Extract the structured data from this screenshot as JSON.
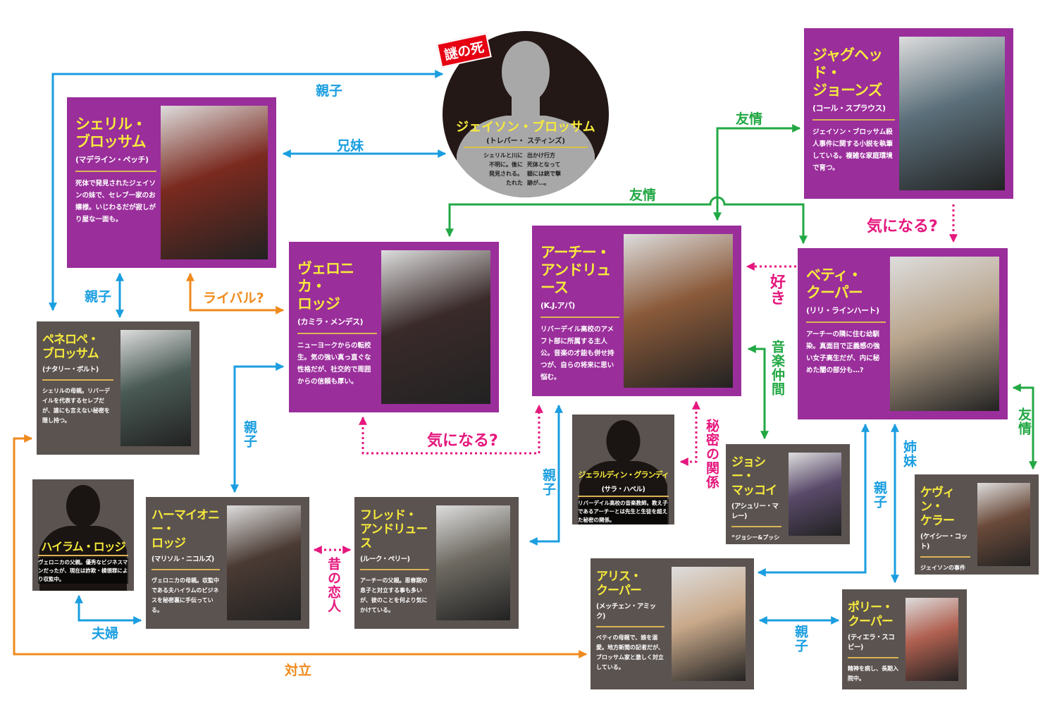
{
  "badge": "謎の死",
  "colors": {
    "purple": "#9a2e9b",
    "gray": "#5b5350",
    "blue": "#1a9ee0",
    "green": "#22a844",
    "orange": "#f08a1c",
    "magenta": "#e5177e",
    "name_yellow": "#f7ea3c"
  },
  "jason": {
    "name": "ジェイソン・ブロッサム",
    "actor": "(トレバー・ スティンズ)",
    "desc_left": [
      "シェリルと川に",
      "不明に。後に",
      "発見される。",
      "たれた"
    ],
    "desc_right": [
      "出かけ行方",
      "死体となって",
      "額には銃で撃",
      "跡が…。"
    ]
  },
  "characters": {
    "jughead": {
      "name": [
        "ジャグヘッド・",
        "ジョーンズ"
      ],
      "actor": "(コール・スプラウス)",
      "desc": "ジェイソン・ブロッサム殺人事件に関する小説を執筆している。複雑な家庭環境で育つ。"
    },
    "cheryl": {
      "name": [
        "シェリル・",
        "ブロッサム"
      ],
      "actor": "(マデライン・ペッチ)",
      "desc": "死体で発見されたジェイソンの妹で、セレブ一家のお嬢様。いじわるだが寂しがり屋な一面も。"
    },
    "veronica": {
      "name": [
        "ヴェロニカ・",
        "ロッジ"
      ],
      "actor": "(カミラ・メンデス)",
      "desc": "ニューヨークからの転校生。気の強い真っ直ぐな性格だが、社交的で周囲からの信頼も厚い。"
    },
    "archie": {
      "name": [
        "アーチー・",
        "アンドリュース"
      ],
      "actor": "(K.J.アパ)",
      "desc": "リバーデイル高校のアメフト部に所属する主人公。音楽の才能も併せ持つが、自らの将来に思い悩む。"
    },
    "betty": {
      "name": [
        "ベティ・",
        "クーパー"
      ],
      "actor": "(リリ・ラインハート)",
      "desc": "アーチーの隣に住む幼馴染。真面目で正義感の強い女子高生だが、内に秘めた闇の部分も…?"
    },
    "penelope": {
      "name": [
        "ペネロペ・",
        "ブロッサム"
      ],
      "actor": "(ナタリー・ボルト)",
      "desc": "シェリルの母親。リバーデイルを代表するセレブだが、誰にも言えない秘密を隠し持つ。"
    },
    "hiram": {
      "name": [
        "ハイラム・ロッジ"
      ],
      "actor": "",
      "desc": "ヴェロニカの父親。優秀なビジネスマンだったが、現在は詐欺・横領罪により収監中。"
    },
    "hermione": {
      "name": [
        "ハーマイオニー・",
        "ロッジ"
      ],
      "actor": "(マリソル・ニコルズ)",
      "desc": "ヴェロニカの母親。収監中である夫ハイラムのビジネスを秘密裏に手伝っている。"
    },
    "fred": {
      "name": [
        "フレッド・",
        "アンドリュース"
      ],
      "actor": "(ルーク・ペリー)",
      "desc": "アーチーの父親。思春期の息子と対立する事も多いが、彼のことを何より気にかけている。"
    },
    "geraldine": {
      "name": [
        "ジェラルディン・グランディ"
      ],
      "actor": "(サラ・ハベル)",
      "desc": "リバーデイル高校の音楽教師。教え子であるアーチーとは先生と生徒を超えた秘密の関係。"
    },
    "josie": {
      "name": [
        "ジョシー・",
        "マッコイ"
      ],
      "actor": "(アシュリー・マレー)",
      "desc": "“ジョシー&プッシーキャッツ”のリーダー。音楽の才能を開花させるアーチーの良き相談相手。"
    },
    "kevin": {
      "name": [
        "ケヴィン・",
        "ケラー"
      ],
      "actor": "(ケイシー・コット)",
      "desc": "ジェイソンの事件を担当する保安官の息子。同性愛者で、ベティとは親友の仲。"
    },
    "alice": {
      "name": [
        "アリス・",
        "クーパー"
      ],
      "actor": "(メッチェン・アミック)",
      "desc": "ベティの母親で、娘を溺愛。地方新聞の記者だが、ブロッサム家と激しく対立している。"
    },
    "polly": {
      "name": [
        "ポリー・",
        "クーパー"
      ],
      "actor": "(ティエラ・スコビー)",
      "desc": "精神を病し、長期入院中。"
    }
  },
  "relations": {
    "jason_penelope": "親子",
    "jason_cheryl": "兄妹",
    "cheryl_penelope": "親子",
    "cheryl_veronica": "ライバル?",
    "jughead_archie": "友情",
    "veronica_betty": "友情",
    "jughead_betty": "気になる?",
    "betty_archie": "好き",
    "archie_josie": "音楽仲間",
    "archie_geraldine": "秘密の関係",
    "veronica_archie": "気になる?",
    "archie_fred": "親子",
    "veronica_hermione": "親子",
    "hermione_fred": "昔の恋人",
    "hiram_hermione": "夫婦",
    "penelope_alice": "対立",
    "betty_alice": "親子",
    "betty_polly": "姉妹",
    "alice_polly": "親子",
    "betty_kevin": "友情"
  }
}
